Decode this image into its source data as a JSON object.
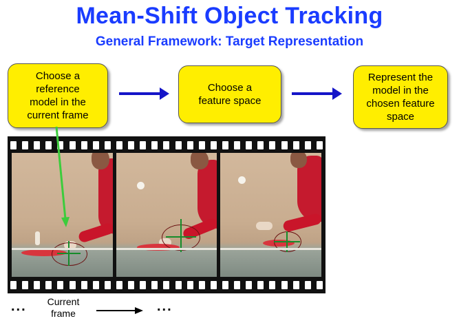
{
  "title": "Mean-Shift Object Tracking",
  "subtitle": "General Framework: Target Representation",
  "steps": [
    {
      "label": "Choose a\nreference\nmodel in the\ncurrent frame"
    },
    {
      "label": "Choose a\nfeature space"
    },
    {
      "label": "Represent the\nmodel in the\nchosen feature\nspace"
    }
  ],
  "timeline": {
    "left_dots": "...",
    "current_frame_label": "Current\nframe",
    "right_dots": "..."
  },
  "colors": {
    "title": "#1a3cff",
    "box_fill": "#ffee00",
    "flow_arrow": "#1515c8",
    "pointer_arrow": "#3ccc3c",
    "crosshair": "#158c2a"
  },
  "icons": [
    "film-strip",
    "target-ellipse",
    "crosshair"
  ]
}
